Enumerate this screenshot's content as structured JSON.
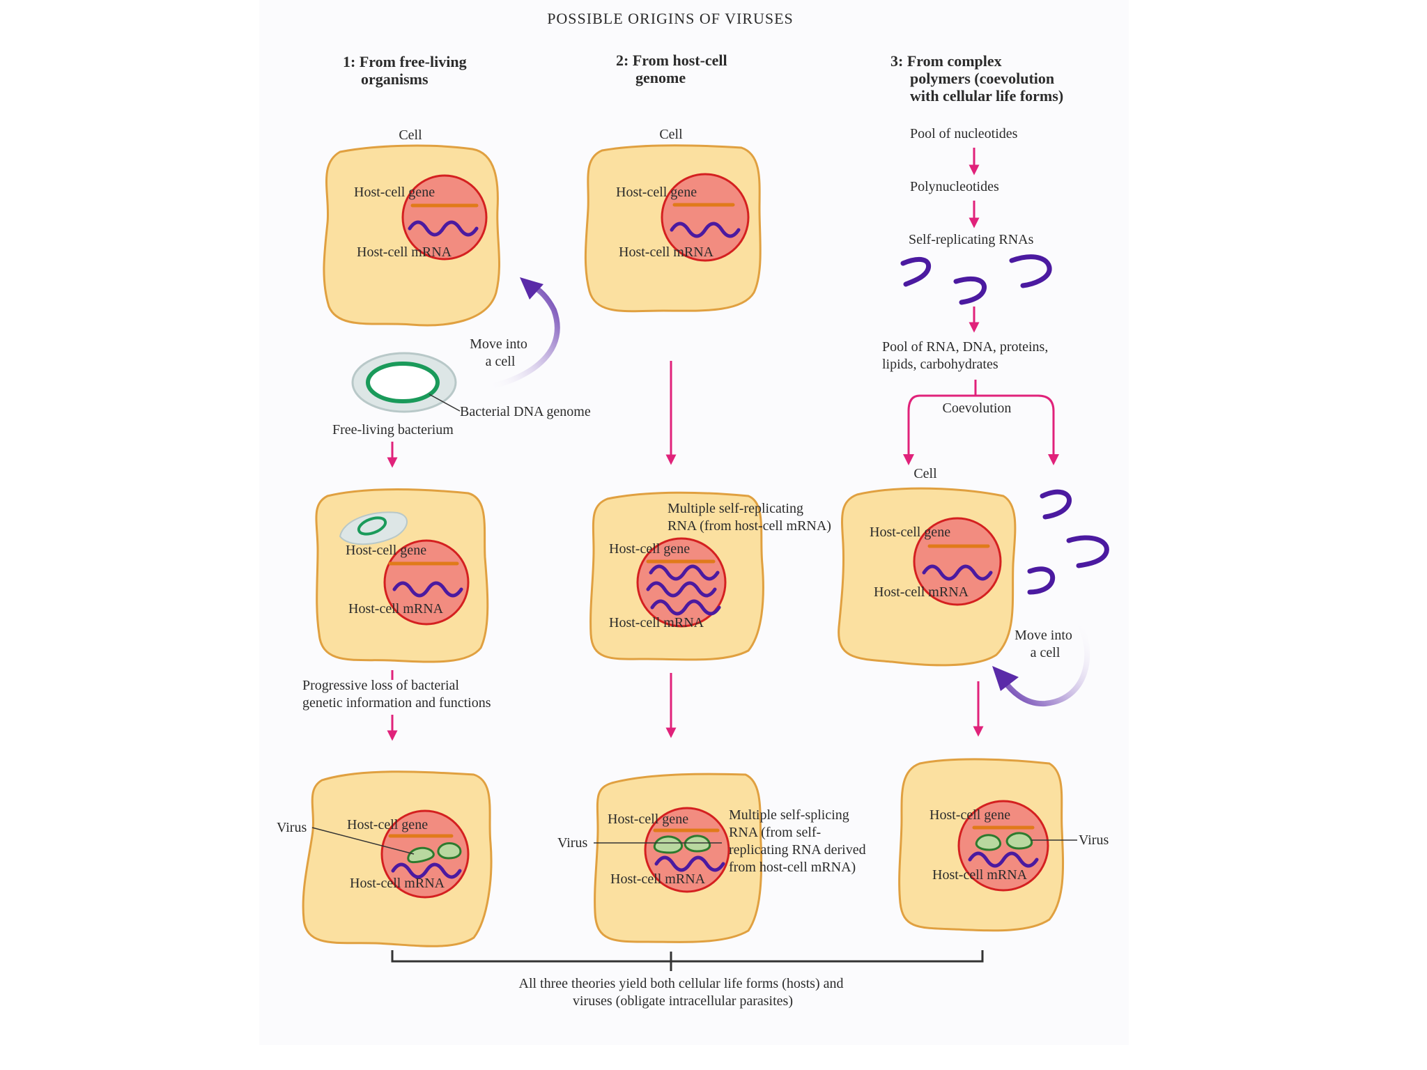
{
  "title": "POSSIBLE ORIGINS OF VIRUSES",
  "columns": [
    {
      "heading": [
        "1: From free-living",
        "organisms"
      ]
    },
    {
      "heading": [
        "2: From host-cell",
        "genome"
      ]
    },
    {
      "heading": [
        "3: From complex",
        "polymers (coevolution",
        "with cellular life forms)"
      ]
    }
  ],
  "labels": {
    "cell": "Cell",
    "host_cell_gene": "Host-cell gene",
    "host_cell_mrna": "Host-cell mRNA",
    "virus": "Virus",
    "move_into_cell": [
      "Move into",
      "a cell"
    ],
    "bacterial_dna_genome": "Bacterial DNA genome",
    "free_living_bacterium": "Free-living bacterium",
    "progressive_loss": [
      "Progressive loss of bacterial",
      "genetic information and functions"
    ],
    "multiple_self_replicating": [
      "Multiple self-replicating",
      "RNA (from host-cell mRNA)"
    ],
    "multiple_self_splicing": [
      "Multiple self-splicing",
      "RNA (from self-",
      "replicating RNA derived",
      "from host-cell mRNA)"
    ],
    "pool_nucleotides": "Pool of nucleotides",
    "polynucleotides": "Polynucleotides",
    "self_replicating_rnas": "Self-replicating RNAs",
    "pool_polymers": [
      "Pool of RNA, DNA, proteins,",
      "lipids, carbohydrates"
    ],
    "coevolution": "Coevolution",
    "conclusion": [
      "All three theories yield both cellular life forms (hosts) and",
      "viruses (obligate intracellular parasites)"
    ]
  },
  "colors": {
    "cell_fill": "#fbe0a0",
    "cell_stroke": "#e0a040",
    "nucleus_fill": "#f28c80",
    "nucleus_stroke": "#d42020",
    "gene": "#e07a1a",
    "mrna": "#4b1aa0",
    "arrow_pink": "#e0227a",
    "arrow_purple": "#5a2aa8",
    "virus_fill": "#b9d8a0",
    "virus_stroke": "#2e7a2e"
  }
}
